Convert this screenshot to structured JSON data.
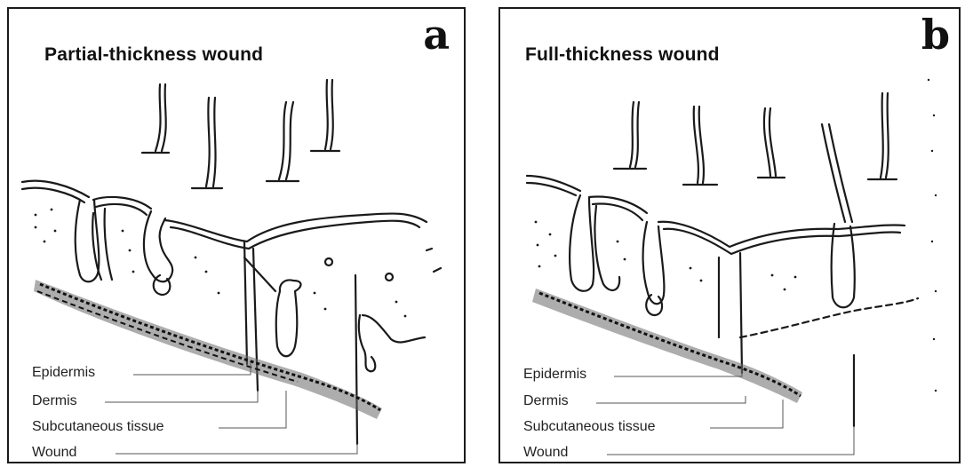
{
  "panels": [
    {
      "letter": "a",
      "title": "Partial-thickness wound",
      "labels": [
        "Epidermis",
        "Dermis",
        "Subcutaneous tissue",
        "Wound"
      ]
    },
    {
      "letter": "b",
      "title": "Full-thickness wound",
      "labels": [
        "Epidermis",
        "Dermis",
        "Subcutaneous tissue",
        "Wound"
      ]
    }
  ],
  "colors": {
    "ink": "#1a1a1a",
    "shade": "#555555"
  }
}
